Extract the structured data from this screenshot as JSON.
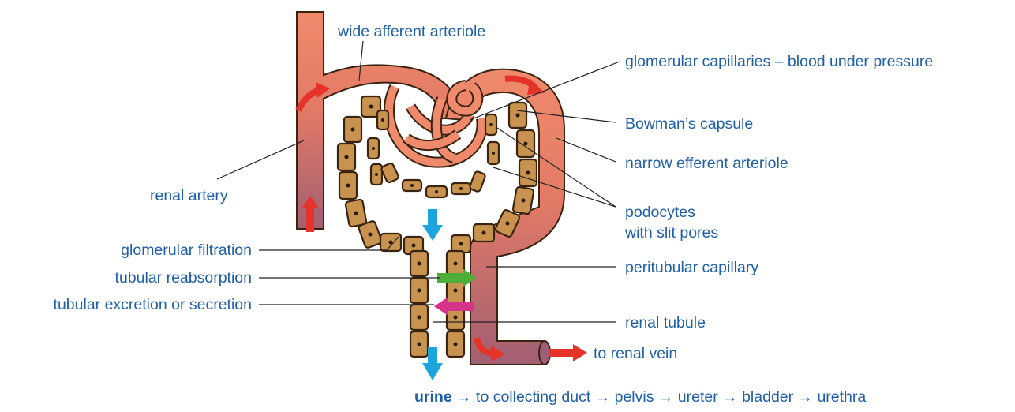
{
  "labels": {
    "wide_afferent": "wide afferent arteriole",
    "glom_caps": "glomerular capillaries – blood under pressure",
    "bowmans": "Bowman’s capsule",
    "narrow_efferent": "narrow efferent arteriole",
    "podocytes_1": "podocytes",
    "podocytes_2": "with slit pores",
    "renal_artery": "renal artery",
    "glom_filtration": "glomerular filtration",
    "tub_reabsorption": "tubular reabsorption",
    "tub_excretion": "tubular excretion or secretion",
    "peritubular": "peritubular capillary",
    "renal_tubule": "renal tubule",
    "to_renal_vein": "to renal vein",
    "urine": "urine",
    "urine_path": " → to collecting duct → pelvis → ureter → bladder → urethra"
  },
  "colors": {
    "artery_top": "#f08a6c",
    "vein_bottom": "#a25f73",
    "arrow_red": "#e5332a",
    "arrow_blue": "#1aa6dc",
    "arrow_green": "#4fae3a",
    "arrow_pink": "#d6338a",
    "cell_fill": "#c8924f",
    "label_blue": "#1f5fa8"
  }
}
